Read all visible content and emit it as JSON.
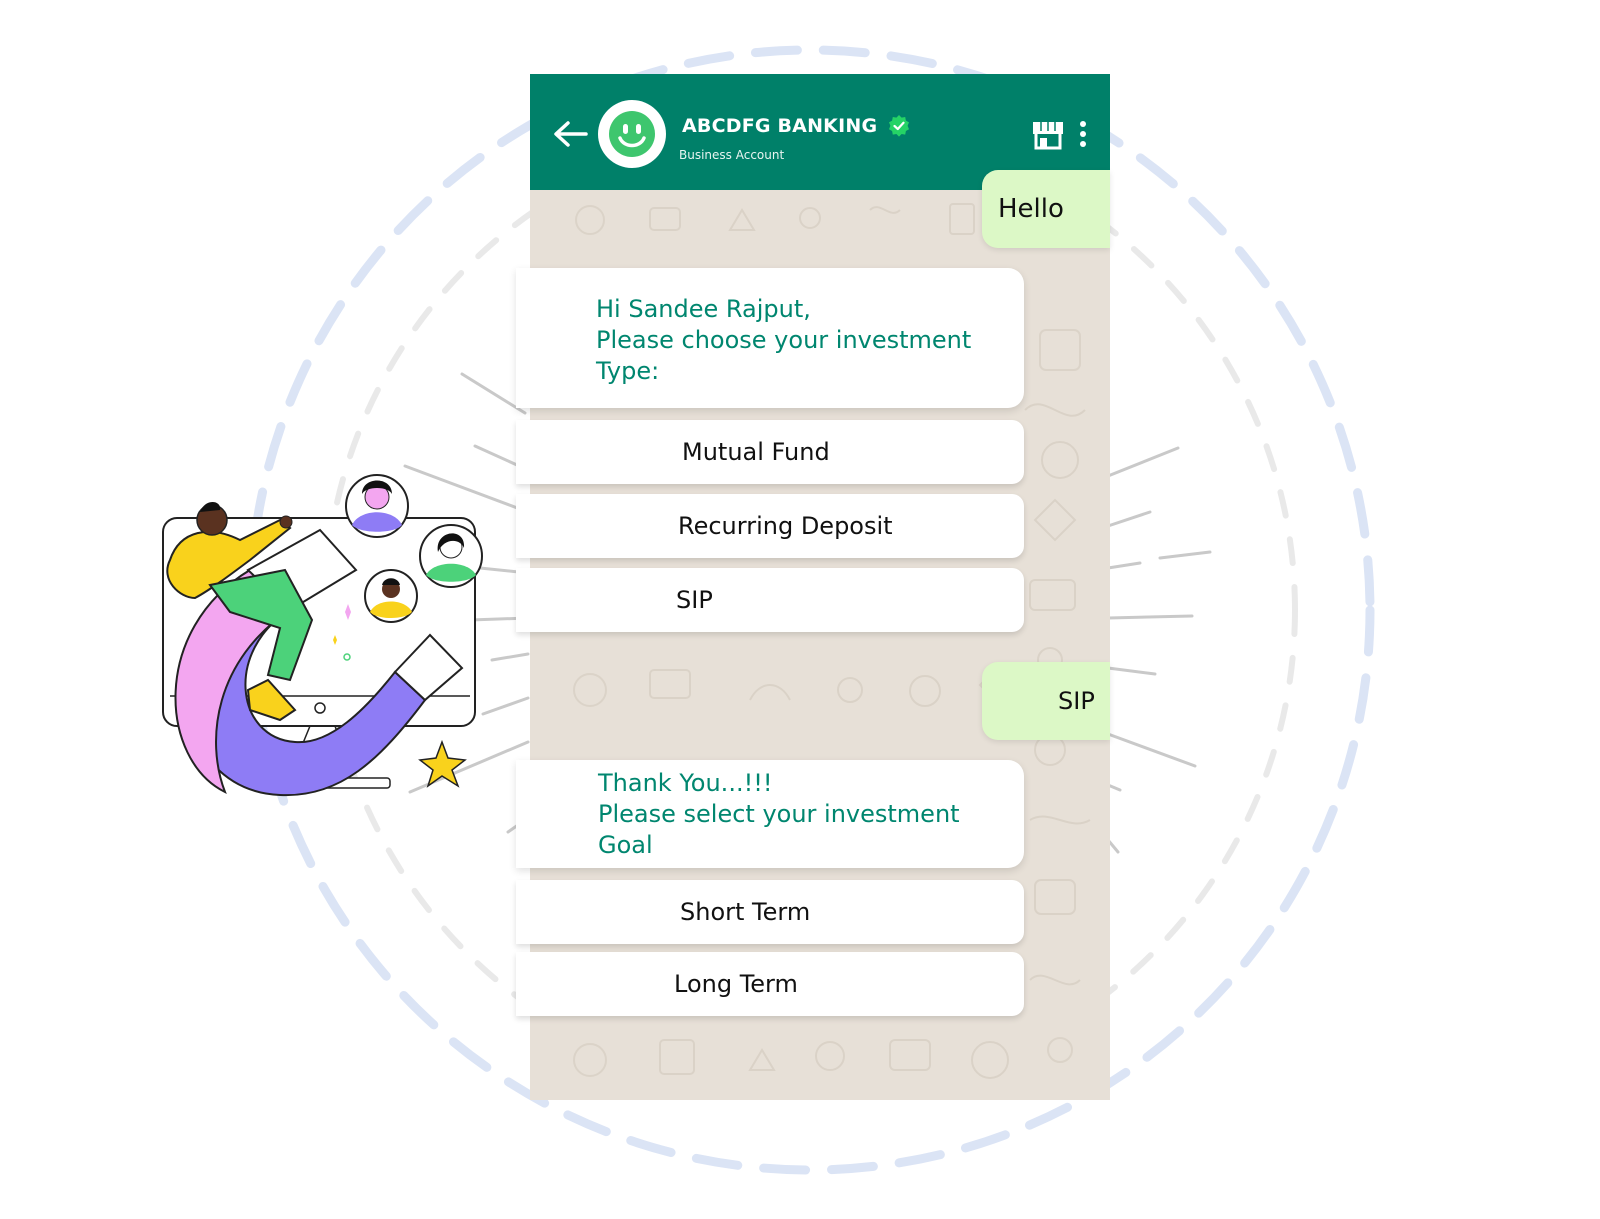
{
  "header": {
    "business_name": "ABCDFG BANKING",
    "subtitle": "Business Account",
    "icons": [
      "back-arrow-icon",
      "smiley-avatar-icon",
      "verified-badge-icon",
      "store-icon",
      "more-vert-icon"
    ]
  },
  "messages": {
    "outgoing_1": "Hello",
    "incoming_1": {
      "lines": [
        "Hi Sandee Rajput,",
        "Please choose your investment",
        "Type:"
      ]
    },
    "investment_type_options": [
      "Mutual Fund",
      "Recurring Deposit",
      "SIP"
    ],
    "outgoing_2": "SIP",
    "incoming_2": {
      "lines": [
        "Thank You...!!!",
        "Please select your investment",
        "Goal"
      ]
    },
    "investment_goal_options": [
      "Short Term",
      "Long Term"
    ]
  },
  "colors": {
    "header_green": "#008069",
    "incoming_text": "#00866f",
    "outgoing_bubble": "#dcf8c6",
    "chat_background": "#e7e0d7",
    "verified_badge": "#25d366",
    "dashed_circle": "#dbe4f5"
  }
}
